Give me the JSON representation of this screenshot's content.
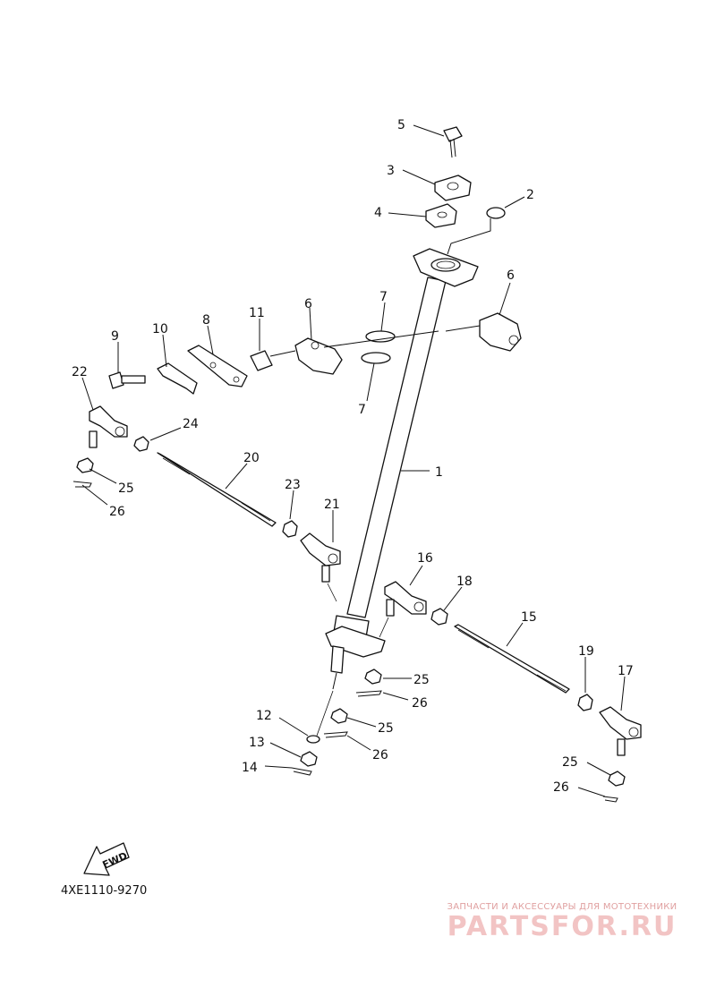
{
  "callouts": {
    "n1": "1",
    "n2": "2",
    "n3": "3",
    "n4": "4",
    "n5": "5",
    "n6a": "6",
    "n6b": "6",
    "n7a": "7",
    "n7b": "7",
    "n8": "8",
    "n9": "9",
    "n10": "10",
    "n11": "11",
    "n12": "12",
    "n13": "13",
    "n14": "14",
    "n15": "15",
    "n16": "16",
    "n17": "17",
    "n18": "18",
    "n19": "19",
    "n20": "20",
    "n21": "21",
    "n22": "22",
    "n23": "23",
    "n24": "24",
    "n25a": "25",
    "n25b": "25",
    "n25c": "25",
    "n25d": "25",
    "n26a": "26",
    "n26b": "26",
    "n26c": "26",
    "n26d": "26"
  },
  "fwd_label": "FWD",
  "catalog_code": "4XE1110-9270",
  "watermark": {
    "tagline": "ЗАПЧАСТИ И АКСЕССУАРЫ ДЛЯ МОТОТЕХНИКИ",
    "logo": "PARTSFOR.RU"
  },
  "colors": {
    "line": "#111111",
    "watermark": "#f2c4c4"
  }
}
